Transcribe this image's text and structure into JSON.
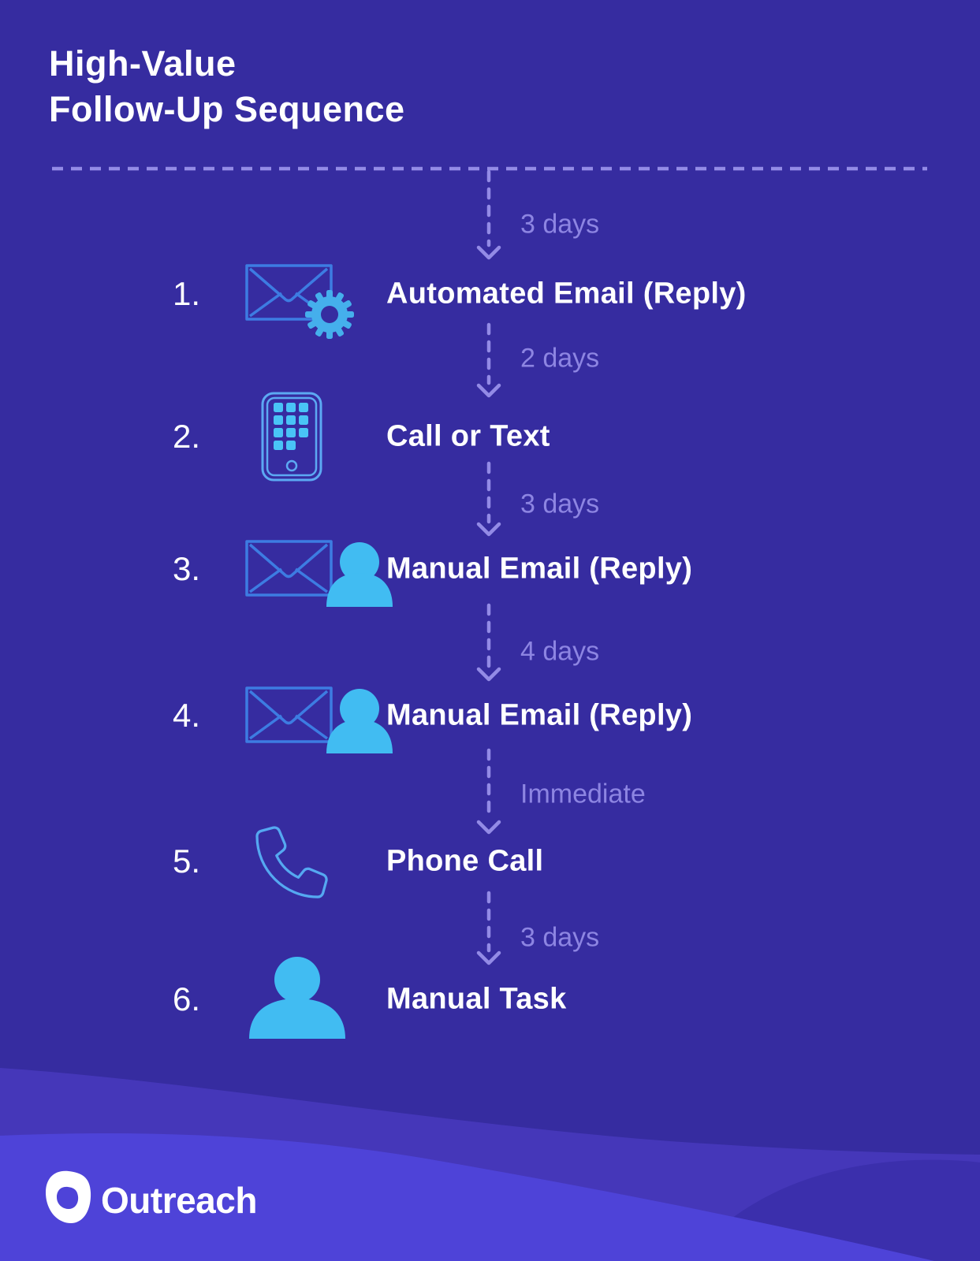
{
  "title": {
    "line1": "High-Value",
    "line2": "Follow-Up Sequence"
  },
  "steps": [
    {
      "number": "1.",
      "label": "Automated Email (Reply)",
      "icon": "automated-email-icon"
    },
    {
      "number": "2.",
      "label": "Call or Text",
      "icon": "phone-keypad-icon"
    },
    {
      "number": "3.",
      "label": "Manual Email (Reply)",
      "icon": "manual-email-icon"
    },
    {
      "number": "4.",
      "label": "Manual Email (Reply)",
      "icon": "manual-email-icon"
    },
    {
      "number": "5.",
      "label": "Phone Call",
      "icon": "phone-handset-icon"
    },
    {
      "number": "6.",
      "label": "Manual Task",
      "icon": "person-icon"
    }
  ],
  "intervals": [
    {
      "label": "3 days"
    },
    {
      "label": "2 days"
    },
    {
      "label": "3 days"
    },
    {
      "label": "4 days"
    },
    {
      "label": "Immediate"
    },
    {
      "label": "3 days"
    }
  ],
  "footer": {
    "brand": "Outreach"
  },
  "colors": {
    "background": "#362CA0",
    "timeline": "#938BE6",
    "interval_text": "#8D85E2",
    "white_text": "#FFFFFF",
    "envelope_stroke": "#3D7CE2",
    "solid_icon_blue": "#41BCF2",
    "gear_blue": "#45AFEC",
    "keypad_blue": "#49C4F6",
    "phone_outline_blue": "#5CA9F3",
    "wave_medium": "#4537B9",
    "wave_dark": "#3B2FAC",
    "wave_bright": "#4E43D8"
  }
}
